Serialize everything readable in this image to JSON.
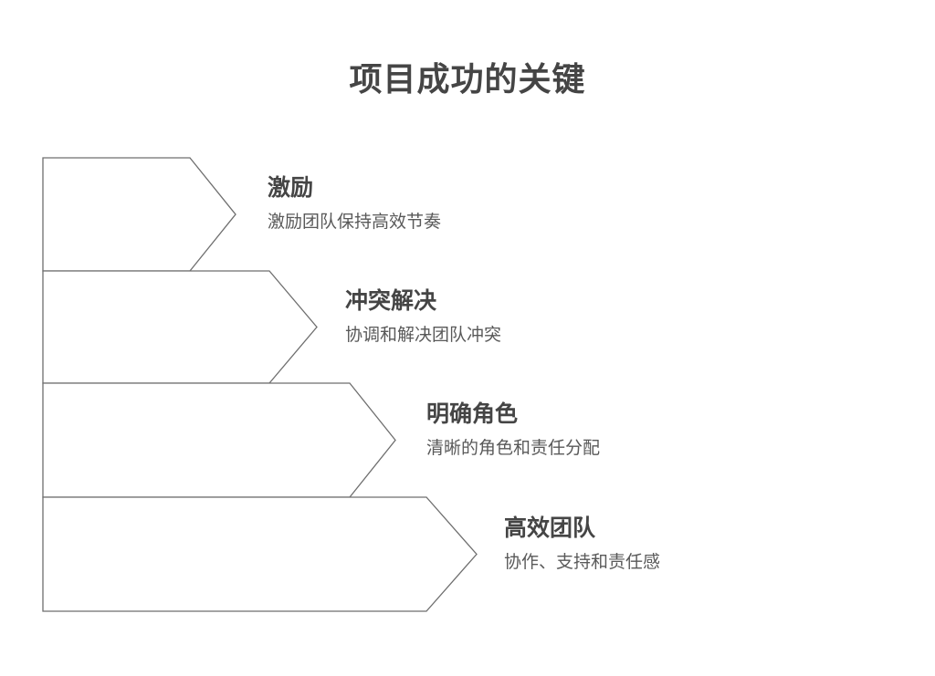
{
  "page": {
    "title": "项目成功的关键"
  },
  "theme": {
    "background": "#ffffff",
    "shape_fill": "#ffffff",
    "shape_stroke": "#6e6e6e",
    "title_color": "#454545",
    "desc_color": "#595959"
  },
  "diagram": {
    "type": "staircase-arrow-list",
    "items": [
      {
        "title": "激励",
        "desc": "激励团队保持高效节奏"
      },
      {
        "title": "冲突解决",
        "desc": "协调和解决团队冲突"
      },
      {
        "title": "明确角色",
        "desc": "清晰的角色和责任分配"
      },
      {
        "title": "高效团队",
        "desc": "协作、支持和责任感"
      }
    ]
  }
}
